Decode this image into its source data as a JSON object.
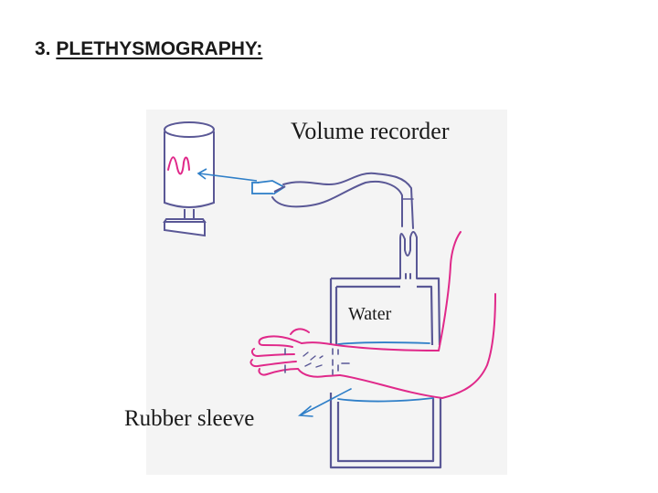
{
  "slide": {
    "number": "3.",
    "title": "PLETHYSMOGRAPHY:"
  },
  "labels": {
    "volume_recorder": "Volume recorder",
    "water": "Water",
    "rubber_sleeve": "Rubber sleeve"
  },
  "colors": {
    "outline": "#5a5896",
    "arm": "#e0298a",
    "water": "#2f7fc8",
    "trace": "#e0298a",
    "paper_shade": "#eeeeee"
  }
}
